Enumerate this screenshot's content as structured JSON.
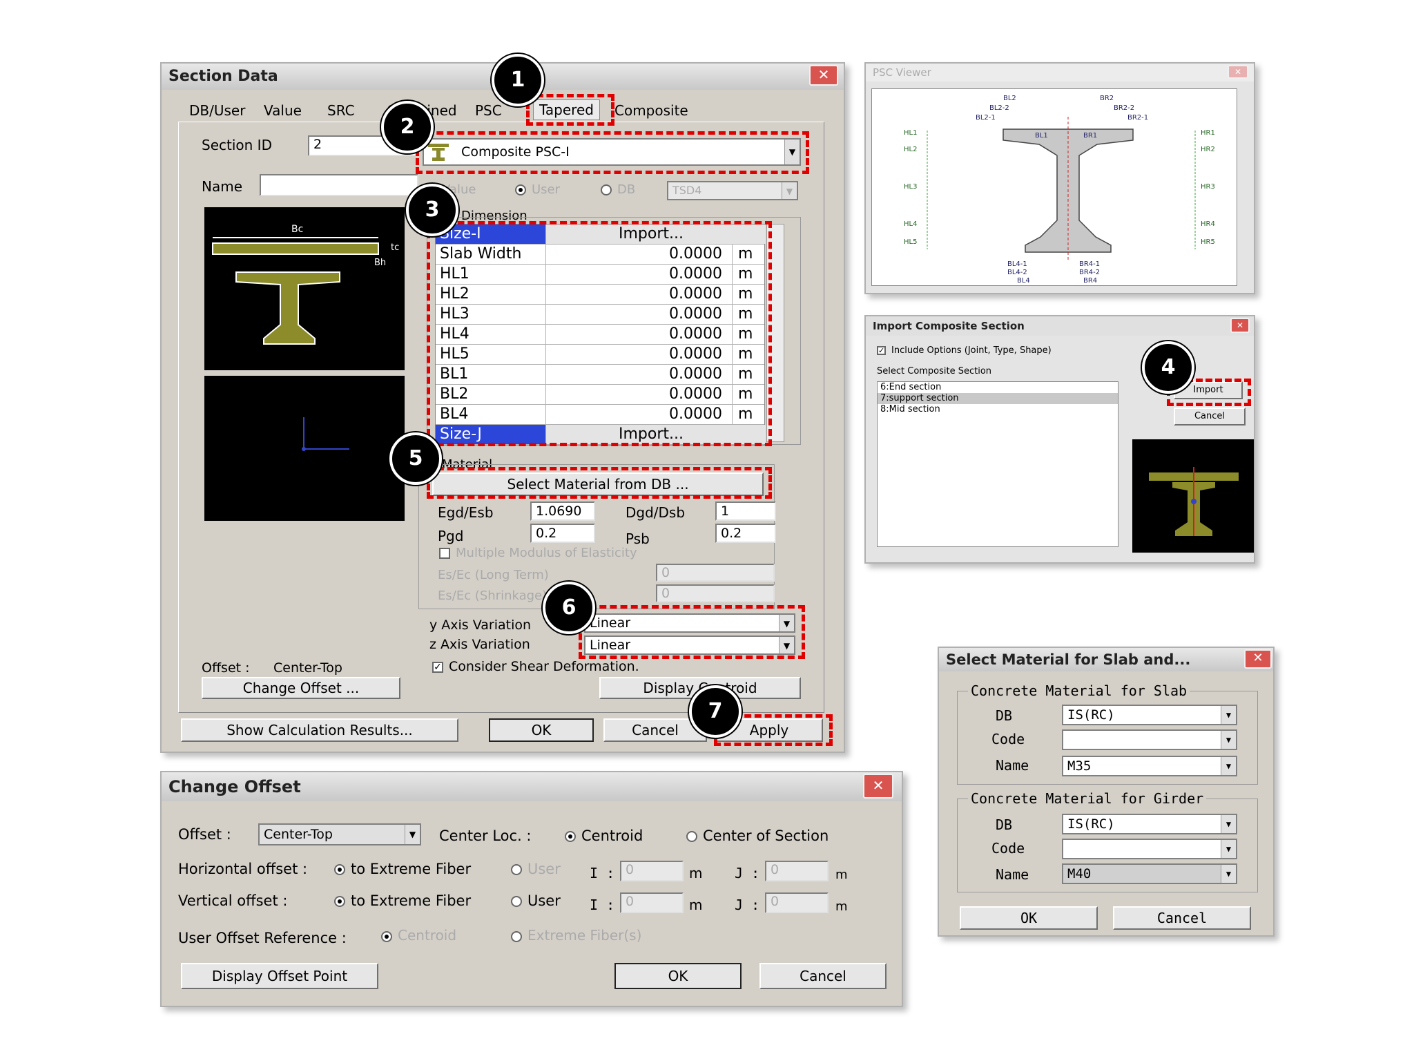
{
  "section_data": {
    "title": "Section Data",
    "tabs": [
      "DB/User",
      "Value",
      "SRC",
      "Combined",
      "PSC",
      "Tapered",
      "Composite"
    ],
    "active_tab": "Tapered",
    "section_id_label": "Section ID",
    "section_id_value": "2",
    "section_type": "Composite PSC-I",
    "name_label": "Name",
    "name_value": "",
    "source_options": [
      "Value",
      "User",
      "DB"
    ],
    "source_db_value": "TSD4",
    "dimension_label": "Dimension",
    "diagram_labels": {
      "bc": "Bc",
      "tc": "tc",
      "bh": "Bh"
    },
    "grid_rows": [
      {
        "name": "Size-I",
        "value": "Import...",
        "unit": "",
        "selected": true
      },
      {
        "name": "Slab Width",
        "value": "0.0000",
        "unit": "m"
      },
      {
        "name": "HL1",
        "value": "0.0000",
        "unit": "m"
      },
      {
        "name": "HL2",
        "value": "0.0000",
        "unit": "m"
      },
      {
        "name": "HL3",
        "value": "0.0000",
        "unit": "m"
      },
      {
        "name": "HL4",
        "value": "0.0000",
        "unit": "m"
      },
      {
        "name": "HL5",
        "value": "0.0000",
        "unit": "m"
      },
      {
        "name": "BL1",
        "value": "0.0000",
        "unit": "m"
      },
      {
        "name": "BL2",
        "value": "0.0000",
        "unit": "m"
      },
      {
        "name": "BL4",
        "value": "0.0000",
        "unit": "m"
      },
      {
        "name": "Size-J",
        "value": "Import...",
        "unit": "",
        "selected": true
      }
    ],
    "material_label": "Material",
    "select_material_button": "Select Material from DB ...",
    "egd_esb_label": "Egd/Esb",
    "egd_esb_value": "1.0690",
    "dgd_dsb_label": "Dgd/Dsb",
    "dgd_dsb_value": "1",
    "pgd_label": "Pgd",
    "pgd_value": "0.2",
    "psb_label": "Psb",
    "psb_value": "0.2",
    "multiple_modulus_label": "Multiple Modulus of Elasticity",
    "es_ec_long_label": "Es/Ec (Long Term)",
    "es_ec_long_value": "0",
    "es_ec_shrink_label": "Es/Ec (Shrinkage)",
    "es_ec_shrink_value": "0",
    "y_axis_label": "y Axis Variation",
    "y_axis_value": "Linear",
    "z_axis_label": "z Axis Variation",
    "z_axis_value": "Linear",
    "offset_label": "Offset :",
    "offset_value": "Center-Top",
    "change_offset_button": "Change Offset ...",
    "shear_label": "Consider Shear Deformation.",
    "display_centroid_button": "Display Centroid",
    "show_calc_button": "Show Calculation Results...",
    "ok_button": "OK",
    "cancel_button": "Cancel",
    "apply_button": "Apply"
  },
  "psc_viewer": {
    "title": "PSC Viewer",
    "top_labels": [
      "BL2",
      "BR2",
      "BL2-2",
      "BR2-2",
      "BL2-1",
      "BR2-1",
      "BL1",
      "BR1"
    ],
    "left_labels": [
      "HL1",
      "HL2",
      "HL3",
      "HL4",
      "HL5"
    ],
    "right_labels": [
      "HR1",
      "HR2",
      "HR3",
      "HR4",
      "HR5"
    ],
    "bottom_labels": [
      "BL4-1",
      "BR4-1",
      "BL4-2",
      "BR4-2",
      "BL4",
      "BR4"
    ]
  },
  "import_composite": {
    "title": "Import Composite Section",
    "include_options_label": "Include Options (Joint, Type, Shape)",
    "select_label": "Select Composite Section",
    "items": [
      "6:End section",
      "7:support section",
      "8:Mid section"
    ],
    "selected_index": 1,
    "import_button": "Import",
    "cancel_button": "Cancel"
  },
  "select_material": {
    "title": "Select Material for Slab and...",
    "slab_group": "Concrete Material for Slab",
    "girder_group": "Concrete Material for Girder",
    "db_label": "DB",
    "code_label": "Code",
    "name_label": "Name",
    "slab_db": "IS(RC)",
    "slab_code": "",
    "slab_name": "M35",
    "girder_db": "IS(RC)",
    "girder_code": "",
    "girder_name": "M40",
    "ok_button": "OK",
    "cancel_button": "Cancel"
  },
  "change_offset": {
    "title": "Change Offset",
    "offset_label": "Offset :",
    "offset_value": "Center-Top",
    "center_loc_label": "Center Loc. :",
    "centroid_option": "Centroid",
    "center_section_option": "Center of Section",
    "horizontal_label": "Horizontal offset :",
    "vertical_label": "Vertical offset :",
    "extreme_fiber_option": "to Extreme Fiber",
    "user_option": "User",
    "i_label": "I :",
    "j_label": "J :",
    "unit": "m",
    "zero": "0",
    "user_ref_label": "User Offset Reference :",
    "ref_centroid": "Centroid",
    "ref_extreme": "Extreme Fiber(s)",
    "display_point_button": "Display Offset Point",
    "ok_button": "OK",
    "cancel_button": "Cancel"
  },
  "callouts": [
    "1",
    "2",
    "3",
    "4",
    "5",
    "6",
    "7"
  ]
}
